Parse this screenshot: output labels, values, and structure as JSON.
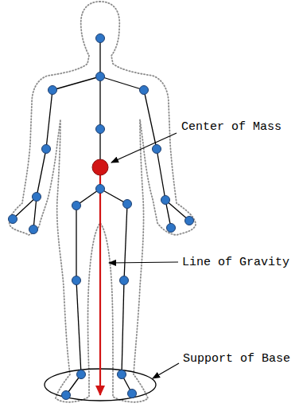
{
  "diagram": {
    "labels": [
      "Center of Mass",
      "Line of Gravity",
      "Support of Base"
    ]
  }
}
